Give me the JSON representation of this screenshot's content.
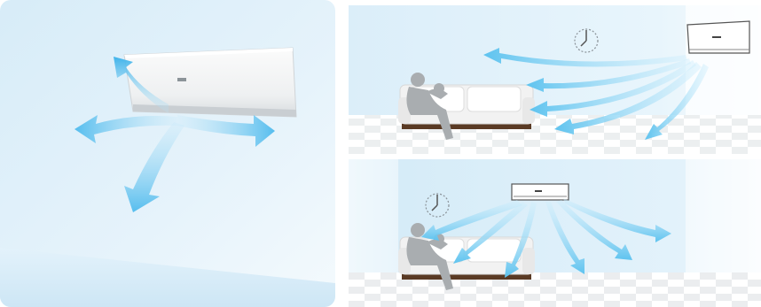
{
  "scenes": [
    {
      "id": "airflow-directions",
      "arrows": [
        "up",
        "left",
        "right",
        "down"
      ]
    },
    {
      "id": "wide-room-airflow",
      "ac_position": "top-right",
      "arrows": 5,
      "clock": true,
      "sofa": true,
      "person": true
    },
    {
      "id": "centered-room-airflow",
      "ac_position": "top-center",
      "arrows": 6,
      "clock": true,
      "sofa": true,
      "person": true
    }
  ],
  "colors": {
    "sky_light": "#eaf5fc",
    "sky_mid": "#cfe8f7",
    "arrow_blue": "#5fc2ee",
    "arrow_light": "#d9f1fc",
    "floor_gray": "#dfe3e6"
  }
}
